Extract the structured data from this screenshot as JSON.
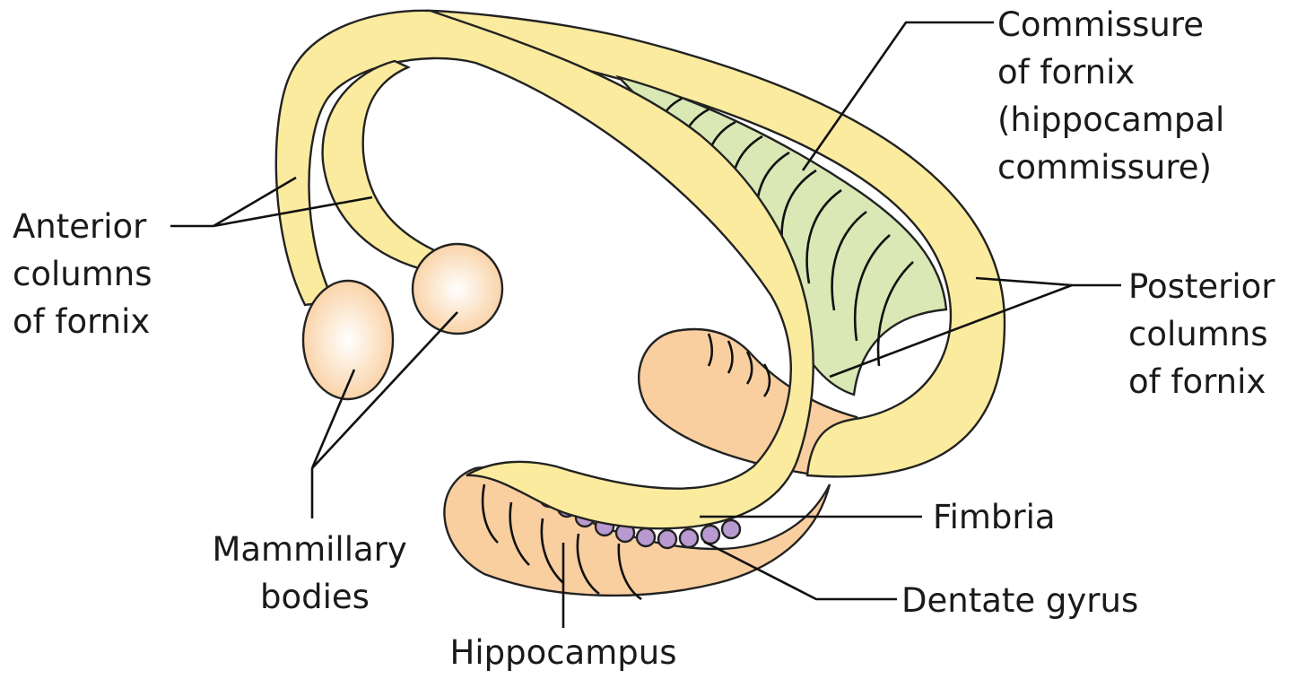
{
  "labels": {
    "commissure": [
      "Commissure",
      "of fornix",
      "(hippocampal",
      "commissure)"
    ],
    "anterior": [
      "Anterior",
      "columns",
      "of fornix"
    ],
    "posterior": [
      "Posterior",
      "columns",
      "of fornix"
    ],
    "mammillary": [
      "Mammillary",
      "bodies"
    ],
    "fimbria": "Fimbria",
    "dentate": "Dentate gyrus",
    "hippocampus": "Hippocampus"
  },
  "colors": {
    "fornix": "#fbeb9e",
    "commissure": "#d9e8b4",
    "hippocampus": "#f9cfa0",
    "dentate": "#b99ad0",
    "outline": "#222222"
  }
}
